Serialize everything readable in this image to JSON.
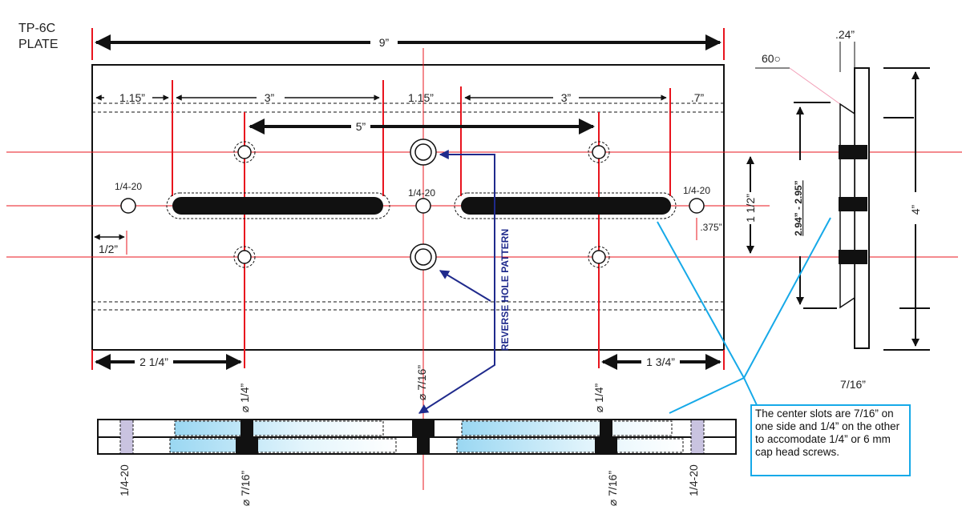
{
  "title": {
    "line1": "TP-6C",
    "line2": "PLATE"
  },
  "dimensions": {
    "overall_length": "9”",
    "seg_1_15_left": "1.15”",
    "seg_3_left": "3”",
    "seg_1_15_mid": "1.15”",
    "seg_3_right": "3”",
    "seg_0_7": ".7”",
    "hole_spacing": "5”",
    "left_offset": "2 1/4”",
    "right_offset": "1 3/4”",
    "edge_half": "1/2”",
    "hole_offset": ".375”",
    "row_spacing": "1 1/2”",
    "overall_width": "4”",
    "top_thickness": ".24”",
    "angle": "60○",
    "thickness": "7/16”",
    "slot_span": "2.94” - 2.95”"
  },
  "hole_labels": {
    "tap_left": "1/4-20",
    "tap_center": "1/4-20",
    "tap_right": "1/4-20",
    "dia_quarter_left": "⌀ 1/4”",
    "dia_center": "⌀ 7/16”",
    "dia_quarter_right": "⌀ 1/4”",
    "bottom_tap_left": "1/4-20",
    "bottom_dia_left": "⌀ 7/16”",
    "bottom_dia_right": "⌀ 7/16”",
    "bottom_tap_right": "1/4-20"
  },
  "annotation": {
    "reverse_pattern": "REVERSE HOLE PATTERN",
    "callout_text": "The center slots are 7/16” on one side and 1/4” on the other to accomodate 1/4” or 6 mm cap head screws."
  },
  "colors": {
    "centerline": "#e8141e",
    "arrow_blue": "#1f2a8c",
    "callout_blue": "#16a9e8",
    "slot_fill": "#111111",
    "channel_fill": "#bfe6f7",
    "tap_fill": "#c9c3e0"
  }
}
